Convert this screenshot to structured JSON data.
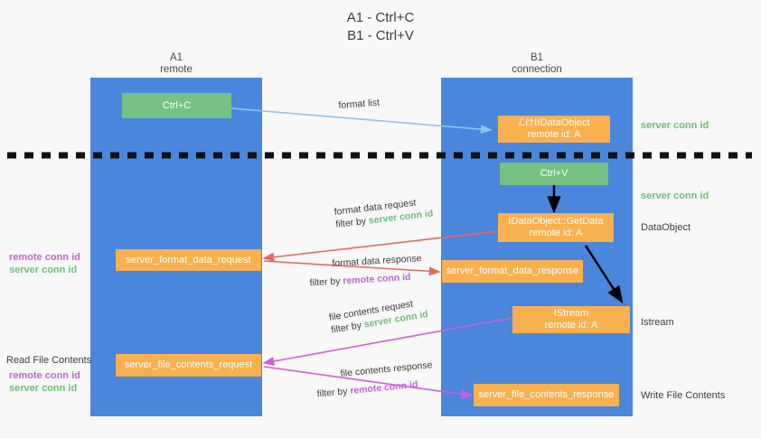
{
  "title": {
    "line1": "A1 - Ctrl+C",
    "line2": "B1 - Ctrl+V"
  },
  "columns": [
    {
      "name": "A1",
      "sub": "remote"
    },
    {
      "name": "B1",
      "sub": "connection"
    }
  ],
  "nodes": {
    "ctrl_c": {
      "label": "Ctrl+C"
    },
    "ctrl_v": {
      "label": "Ctrl+V"
    },
    "idataobject": {
      "line1": "ℒℓ†ℓIDataObject",
      "line2": "remote id: A"
    },
    "getdata": {
      "line1": "IDataObject::GetData",
      "line2": "remote id: A"
    },
    "istream": {
      "line1": "IStream",
      "line2": "remote id: A"
    },
    "fmt_req": {
      "label": "server_format_data_request"
    },
    "fmt_resp": {
      "label": "server_format_data_response"
    },
    "file_req": {
      "label": "server_file_contents_request"
    },
    "file_resp": {
      "label": "server_file_contents_response"
    }
  },
  "right_labels": [
    {
      "text": "server conn id",
      "kind": "green"
    },
    {
      "text": "server conn id",
      "kind": "green"
    },
    {
      "text": "DataObject",
      "kind": "plain"
    },
    {
      "text": "Istream",
      "kind": "plain"
    },
    {
      "text": "Write File Contents",
      "kind": "plain"
    }
  ],
  "left_labels": {
    "group1": {
      "remote": "remote conn id",
      "server": "server conn id"
    },
    "group2": {
      "heading": "Read File Contents",
      "remote": "remote conn id",
      "server": "server conn id"
    }
  },
  "captions": {
    "format_list": "format list",
    "fmt_req_top": "format data request",
    "fmt_req_filter_prefix": "filter by ",
    "fmt_req_filter_value": "server conn id",
    "fmt_resp_top": "format data response",
    "fmt_resp_filter_prefix": "filter by ",
    "fmt_resp_filter_value": "remote conn id",
    "file_req_top": "file contents request",
    "file_req_filter_prefix": "filter by ",
    "file_req_filter_value": "server conn id",
    "file_resp_top": "file contents response",
    "file_resp_filter_prefix": "filter by ",
    "file_resp_filter_value": "remote conn id"
  },
  "colors": {
    "lane": "#4a86dc",
    "green_node": "#76c183",
    "orange_node": "#f9b04e",
    "green_text": "#6cbf73",
    "purple_text": "#c163d6",
    "red_arrow": "#e8685d",
    "magenta_arrow": "#cf5fd6",
    "lightblue_arrow": "#8fc3ea",
    "black_arrow": "#000000",
    "background": "#f8f8f8"
  }
}
